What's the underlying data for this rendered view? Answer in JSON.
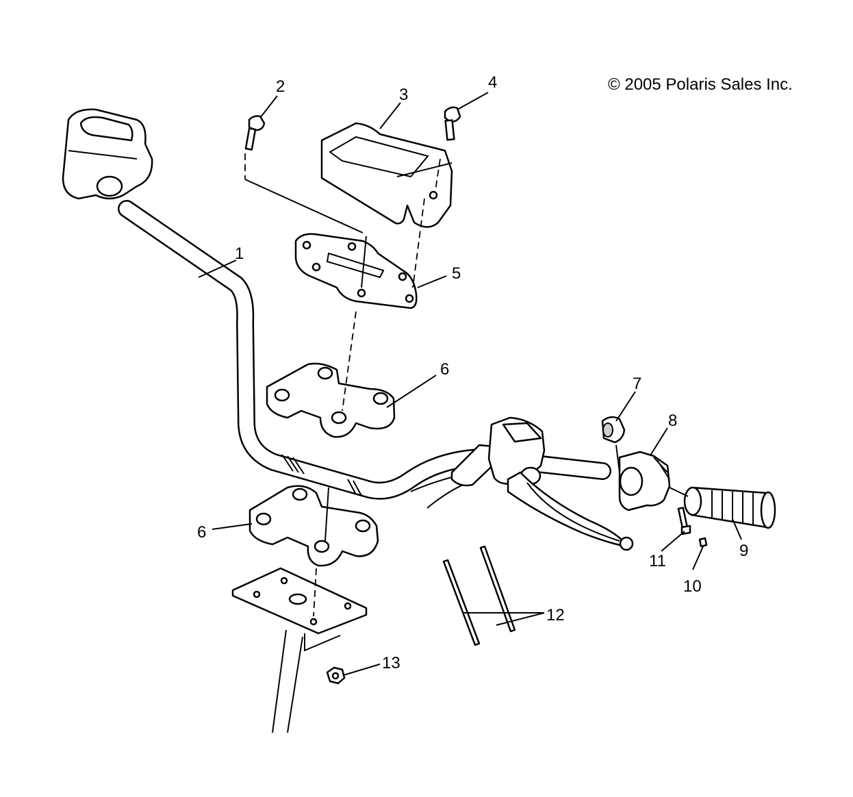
{
  "copyright": "© 2005 Polaris Sales Inc.",
  "callouts": {
    "c1": "1",
    "c2": "2",
    "c3": "3",
    "c4": "4",
    "c5": "5",
    "c6a": "6",
    "c6b": "6",
    "c7": "7",
    "c8": "8",
    "c9": "9",
    "c10": "10",
    "c11": "11",
    "c12": "12",
    "c13": "13"
  }
}
